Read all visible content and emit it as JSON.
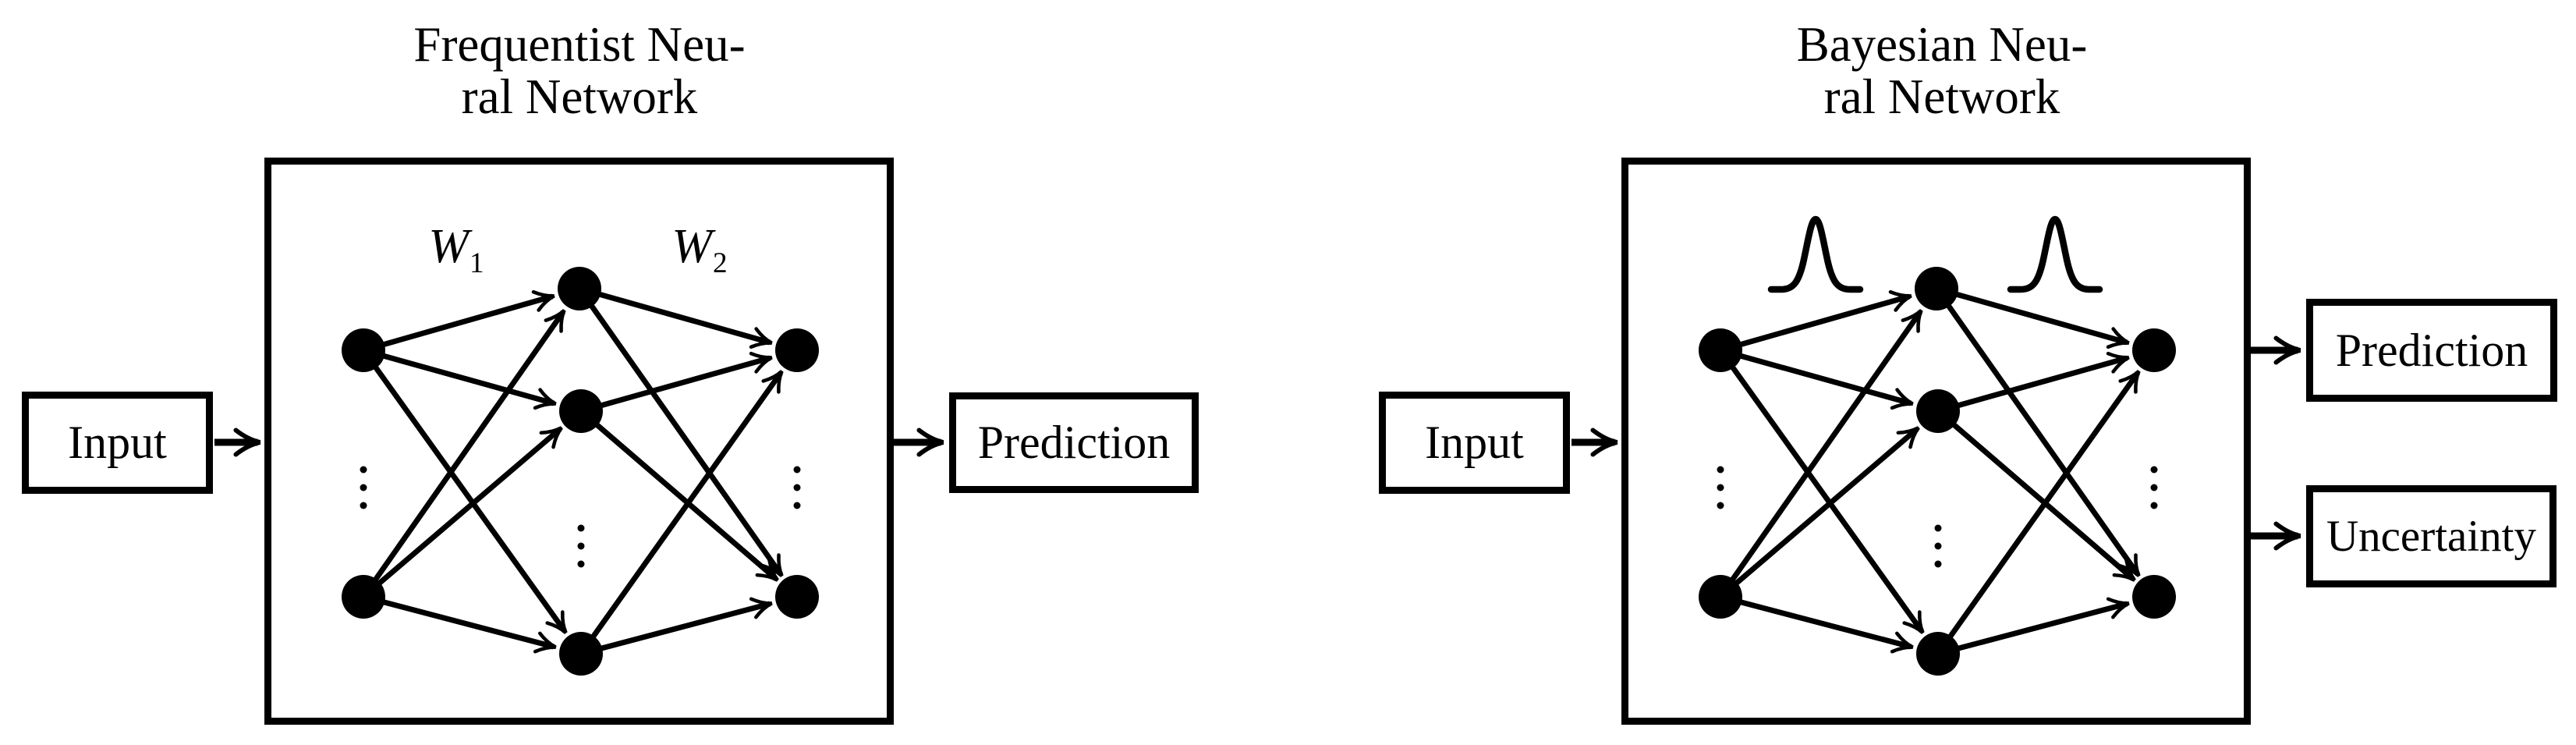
{
  "colors": {
    "ink": "#000000",
    "background": "#ffffff"
  },
  "left_diagram": {
    "title": {
      "line1": "Frequentist Neu-",
      "line2": "ral Network"
    },
    "input_box": {
      "label": "Input"
    },
    "output_boxes": [
      {
        "label": "Prediction"
      }
    ],
    "weight_labels": [
      {
        "symbol": "W",
        "subscript": "1"
      },
      {
        "symbol": "W",
        "subscript": "2"
      }
    ],
    "network": {
      "input_nodes_shown": 2,
      "hidden_nodes_shown": 3,
      "output_nodes_shown": 2
    }
  },
  "right_diagram": {
    "title": {
      "line1": "Bayesian Neu-",
      "line2": "ral Network"
    },
    "input_box": {
      "label": "Input"
    },
    "output_boxes": [
      {
        "label": "Prediction"
      },
      {
        "label": "Uncertainty"
      }
    ],
    "weight_icons": {
      "name": "gaussian-distribution-curve",
      "count": 2
    },
    "network": {
      "input_nodes_shown": 2,
      "hidden_nodes_shown": 3,
      "output_nodes_shown": 2
    }
  }
}
